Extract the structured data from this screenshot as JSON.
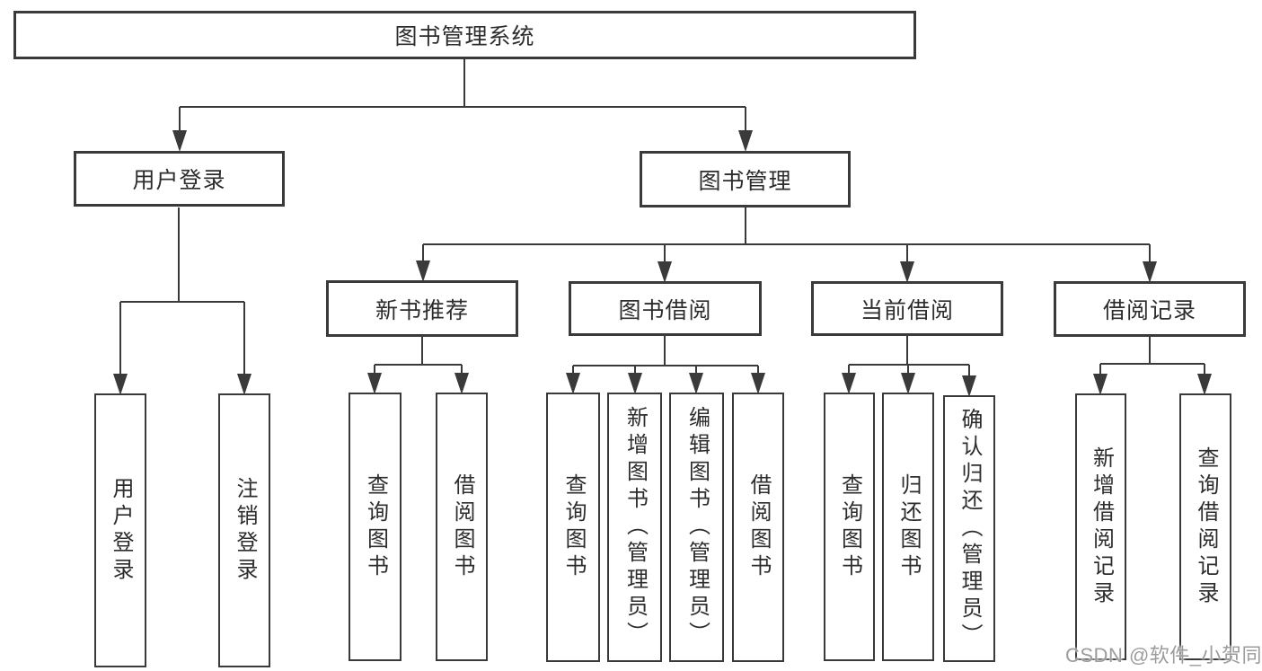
{
  "diagram": {
    "root": {
      "label": "图书管理系统"
    },
    "level2": {
      "user_login": {
        "label": "用户登录"
      },
      "book_mgmt": {
        "label": "图书管理"
      }
    },
    "level3": {
      "new_book_rec": {
        "label": "新书推荐"
      },
      "book_borrow": {
        "label": "图书借阅"
      },
      "current_borrow": {
        "label": "当前借阅"
      },
      "borrow_record": {
        "label": "借阅记录"
      }
    },
    "leaves": {
      "login": {
        "label": "用户登录"
      },
      "logout": {
        "label": "注销登录"
      },
      "rec_query_book": {
        "label": "查询图书"
      },
      "rec_borrow_book": {
        "label": "借阅图书"
      },
      "bb_query_book": {
        "label": "查询图书"
      },
      "bb_add_book": {
        "label": "新增图书（管理员）"
      },
      "bb_edit_book": {
        "label": "编辑图书（管理员）"
      },
      "bb_borrow_book": {
        "label": "借阅图书"
      },
      "cb_query_book": {
        "label": "查询图书"
      },
      "cb_return_book": {
        "label": "归还图书"
      },
      "cb_confirm_return": {
        "label": "确认归还（管理员）"
      },
      "br_add_record": {
        "label": "新增借阅记录"
      },
      "br_query_record": {
        "label": "查询借阅记录"
      }
    }
  },
  "watermark": {
    "text": "CSDN @软件_小贺同学"
  },
  "colors": {
    "line": "#3a3a3a",
    "box_border": "#3a3a3a",
    "text": "#2d2d2d",
    "background": "#ffffff",
    "watermark": "#9c9c9c"
  }
}
